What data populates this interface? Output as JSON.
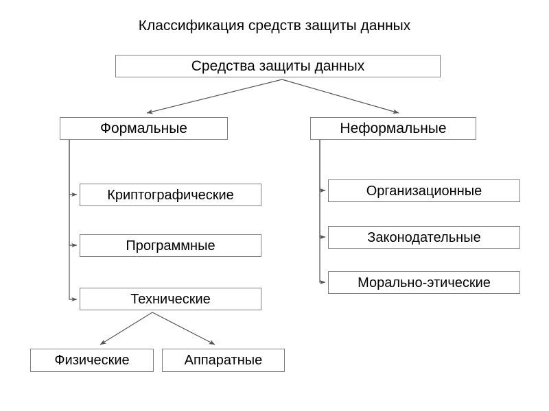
{
  "page": {
    "title": "Классификация средств защиты данных"
  },
  "diagram": {
    "type": "tree",
    "orientation": "top-down",
    "line_color": "#555555",
    "box_border_color": "#7f7f7f",
    "box_fill_color": "#ffffff",
    "text_color": "#000000",
    "nodes": {
      "root": "Средства защиты данных",
      "formal": "Формальные",
      "informal": "Неформальные",
      "cryptographic": "Криптографические",
      "software": "Программные",
      "technical": "Технические",
      "physical": "Физические",
      "hardware": "Аппаратные",
      "organizational": "Организационные",
      "legislative": "Законодательные",
      "moral_ethical": "Морально-этические"
    },
    "edges": [
      {
        "from": "root",
        "to": "formal",
        "style": "arrow"
      },
      {
        "from": "root",
        "to": "informal",
        "style": "arrow"
      },
      {
        "from": "formal",
        "to": "cryptographic",
        "style": "elbow-arrow"
      },
      {
        "from": "formal",
        "to": "software",
        "style": "elbow-arrow"
      },
      {
        "from": "formal",
        "to": "technical",
        "style": "elbow-arrow"
      },
      {
        "from": "technical",
        "to": "physical",
        "style": "arrow"
      },
      {
        "from": "technical",
        "to": "hardware",
        "style": "arrow"
      },
      {
        "from": "informal",
        "to": "organizational",
        "style": "elbow-arrow"
      },
      {
        "from": "informal",
        "to": "legislative",
        "style": "elbow-arrow"
      },
      {
        "from": "informal",
        "to": "moral_ethical",
        "style": "elbow-arrow"
      }
    ]
  }
}
